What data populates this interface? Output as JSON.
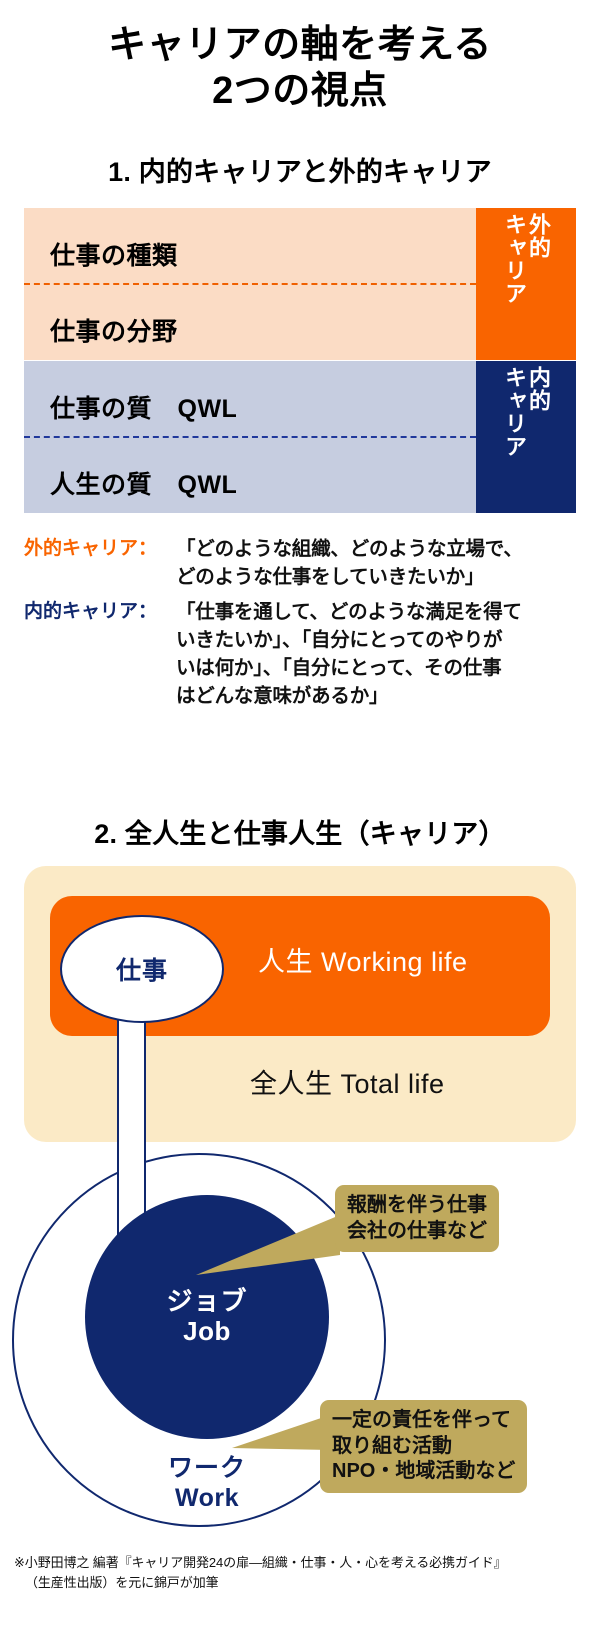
{
  "title": {
    "line1": "キャリアの軸を考える",
    "line2": "2つの視点"
  },
  "section1": {
    "heading": "1. 内的キャリアと外的キャリア",
    "table": {
      "outer": {
        "label_top": "外的",
        "label_bottom": "キャリア",
        "rows": [
          "仕事の種類",
          "仕事の分野"
        ],
        "bg": "#fbdcc5",
        "label_bg": "#f96400"
      },
      "inner": {
        "label_top": "内的",
        "label_bottom": "キャリア",
        "rows": [
          "仕事の質　QWL",
          "人生の質　QWL"
        ],
        "bg": "#c6cde0",
        "label_bg": "#10286e"
      }
    },
    "definitions": [
      {
        "label": "外的キャリア：",
        "color": "#f96400",
        "lines": [
          "「どのような組織、どのような立場で、",
          "どのような仕事をしていきたいか」"
        ]
      },
      {
        "label": "内的キャリア：",
        "color": "#10286e",
        "lines": [
          "「仕事を通して、どのような満足を得て",
          "いきたいか」、「自分にとってのやりが",
          "いは何か」、「自分にとって、その仕事",
          "はどんな意味があるか」"
        ]
      }
    ]
  },
  "section2": {
    "heading": "2. 全人生と仕事人生（キャリア）",
    "working_life": "人生 Working life",
    "total_life": "全人生 Total life",
    "bubble_label": "仕事",
    "inner_circle": {
      "line1": "ジョブ",
      "line2": "Job"
    },
    "outer_circle": {
      "line1": "ワーク",
      "line2": "Work"
    },
    "callouts": [
      {
        "lines": [
          "報酬を伴う仕事",
          "会社の仕事など"
        ],
        "bg": "#bfa95d"
      },
      {
        "lines": [
          "一定の責任を伴って",
          "取り組む活動",
          "NPO・地域活動など"
        ],
        "bg": "#bfa95d"
      }
    ]
  },
  "footer": {
    "line1": "※小野田博之 編著『キャリア開発24の扉―組織・仕事・人・心を考える必携ガイド』",
    "line2": "（生産性出版）を元に錦戸が加筆"
  }
}
